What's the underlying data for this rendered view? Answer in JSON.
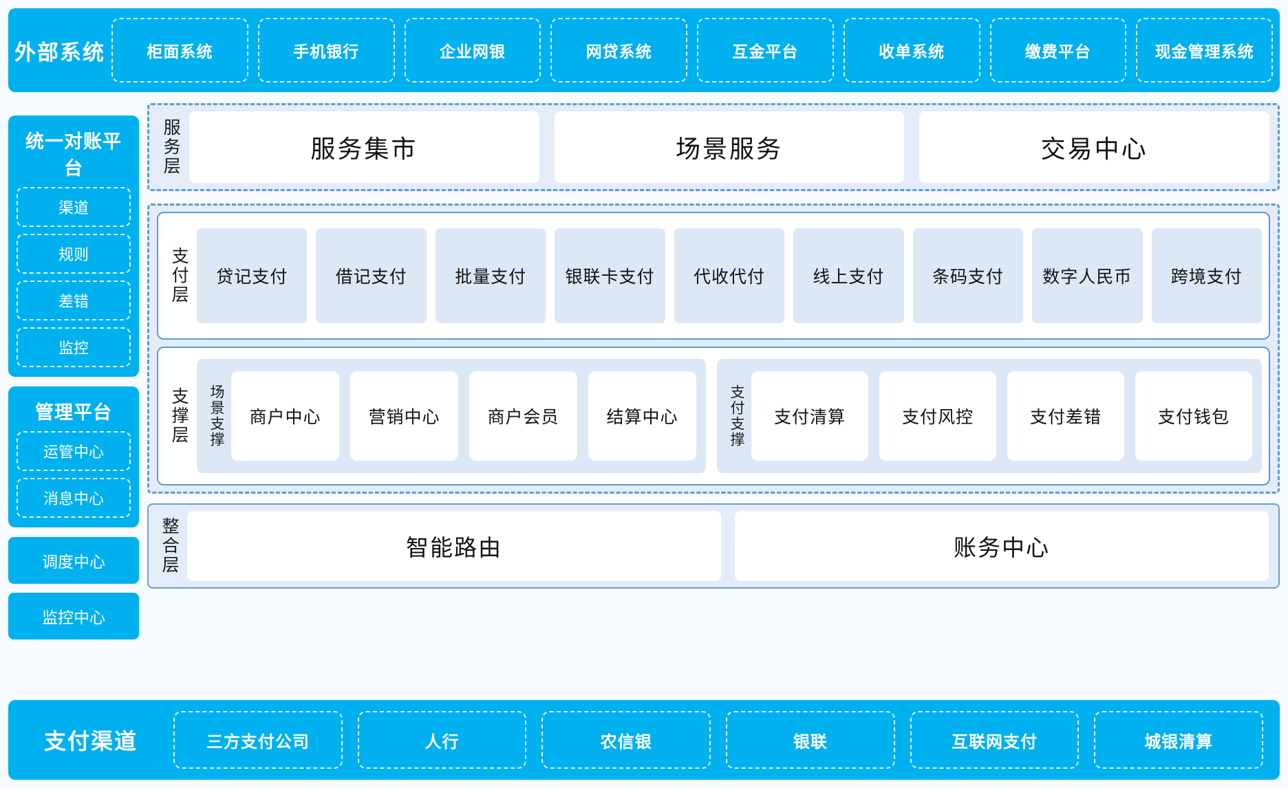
{
  "top_band": {
    "title": "外部系统",
    "items": [
      "柜面系统",
      "手机银行",
      "企业网银",
      "网贷系统",
      "互金平台",
      "收单系统",
      "缴费平台",
      "现金管理系统"
    ]
  },
  "sidebar": {
    "reconciliation": {
      "title": "统一对账平台",
      "items": [
        "渠道",
        "规则",
        "差错",
        "监控"
      ]
    },
    "management": {
      "title": "管理平台",
      "items": [
        "运管中心",
        "消息中心"
      ]
    },
    "standalone": [
      "调度中心",
      "监控中心"
    ]
  },
  "service_layer": {
    "label": "服务层",
    "cards": [
      "服务集市",
      "场景服务",
      "交易中心"
    ]
  },
  "payment_layer": {
    "label": "支付层",
    "tiles": [
      "贷记支付",
      "借记支付",
      "批量支付",
      "银联卡支付",
      "代收代付",
      "线上支付",
      "条码支付",
      "数字人民币",
      "跨境支付"
    ]
  },
  "support_layer": {
    "label": "支撑层",
    "groups": [
      {
        "label": "场景支撑",
        "cards": [
          "商户中心",
          "营销中心",
          "商户会员",
          "结算中心"
        ]
      },
      {
        "label": "支付支撑",
        "cards": [
          "支付清算",
          "支付风控",
          "支付差错",
          "支付钱包"
        ]
      }
    ]
  },
  "integration_layer": {
    "label": "整合层",
    "cards": [
      "智能路由",
      "账务中心"
    ]
  },
  "bottom_band": {
    "title": "支付渠道",
    "items": [
      "三方支付公司",
      "人行",
      "农信银",
      "银联",
      "互联网支付",
      "城银清算"
    ]
  },
  "colors": {
    "brand_blue": "#00b0ef",
    "dash_border": "#5b9bd5",
    "panel_bg": "#e3ecf8",
    "tile_bg": "#dde8f6",
    "page_bg": "#f7fbfe"
  }
}
